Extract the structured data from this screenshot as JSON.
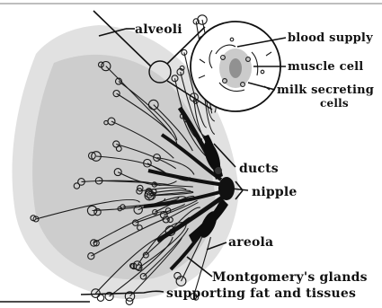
{
  "labels": {
    "alveoli": "alveoli",
    "blood_supply": "blood supply",
    "muscle_cell": "muscle cell",
    "milk_secreting_1": "milk secreting",
    "milk_secreting_2": "cells",
    "ducts": "ducts",
    "nipple": "nipple",
    "areola": "areola",
    "montgomery": "Montgomery's glands",
    "supporting": "supporting fat and tissues"
  },
  "colors": {
    "ink": "#111111",
    "tissue": "#9a9a9a",
    "duct": "#0d0d0d",
    "background": "#ffffff"
  }
}
